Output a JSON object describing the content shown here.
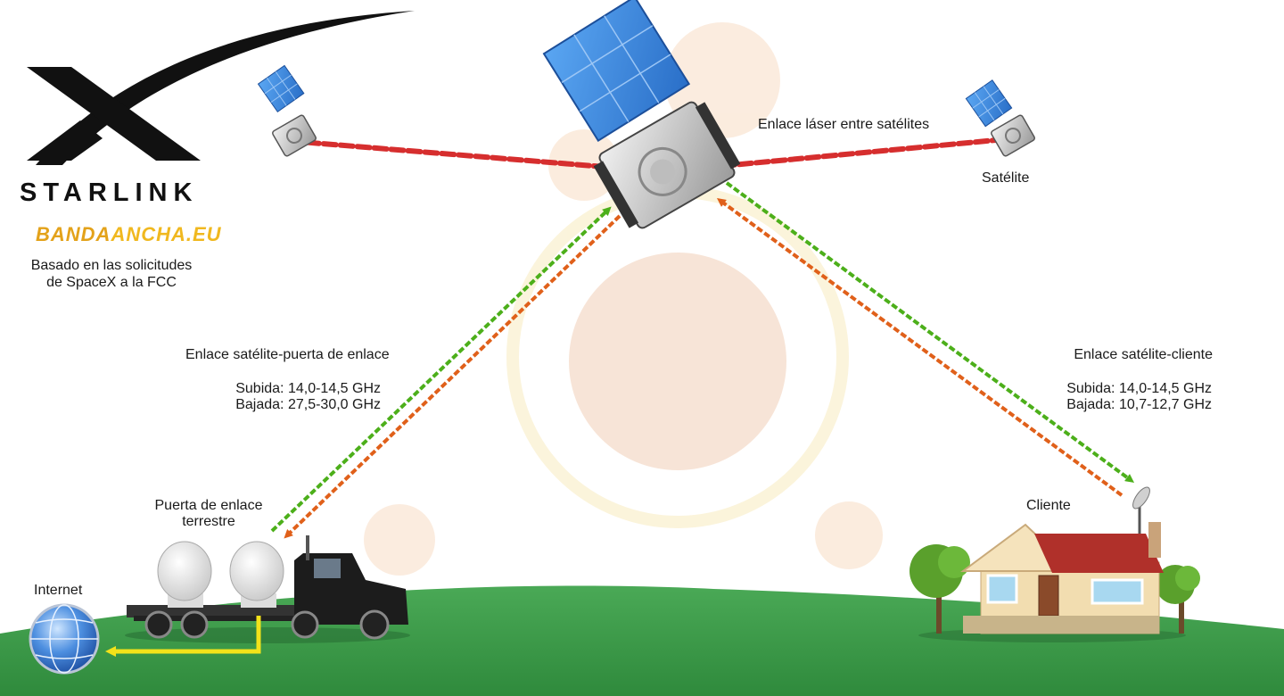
{
  "logo": {
    "wordmark": "STARLINK",
    "brand_part1": "BANDA",
    "brand_part2": "ANCHA.EU",
    "source_note_line1": "Basado en las solicitudes",
    "source_note_line2": "de SpaceX a la FCC"
  },
  "labels": {
    "laser_link": "Enlace láser entre satélites",
    "satellite": "Satélite",
    "gateway_link_title": "Enlace satélite-puerta de enlace",
    "gateway_up": "Subida: 14,0-14,5 GHz",
    "gateway_down": "Bajada: 27,5-30,0 GHz",
    "client_link_title": "Enlace satélite-cliente",
    "client_up": "Subida: 14,0-14,5 GHz",
    "client_down": "Bajada: 10,7-12,7 GHz",
    "ground_gateway_line1": "Puerta de enlace",
    "ground_gateway_line2": "terrestre",
    "client": "Cliente",
    "internet": "Internet"
  },
  "colors": {
    "uplink": "#4caf1a",
    "downlink": "#e0601a",
    "laser": "#d62e2e",
    "internet_link": "#f2e21a",
    "ground": "#3f9a4a",
    "solar_panel": "#3a86e0"
  }
}
